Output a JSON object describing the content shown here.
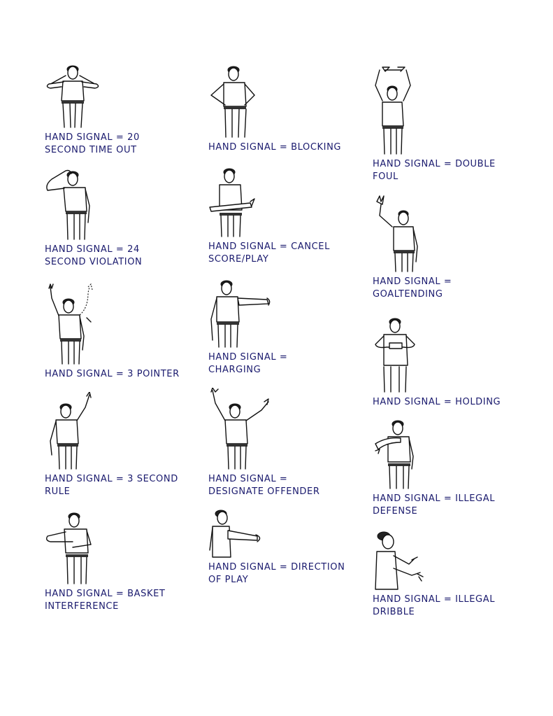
{
  "caption_color": "#1a1a6e",
  "columns": [
    {
      "signals": [
        {
          "line1": "HAND SIGNAL = 20",
          "line2": "SECOND TIME OUT",
          "figure": "time-out-figure-icon"
        },
        {
          "line1": "HAND SIGNAL = 24",
          "line2": "SECOND VIOLATION",
          "figure": "24-second-violation-figure-icon"
        },
        {
          "line1": "HAND SIGNAL = 3 POINTER",
          "line2": "",
          "figure": "3-pointer-figure-icon"
        },
        {
          "line1": "HAND SIGNAL = 3 SECOND",
          "line2": "RULE",
          "figure": "3-second-rule-figure-icon"
        },
        {
          "line1": "HAND SIGNAL = BASKET",
          "line2": "INTERFERENCE",
          "figure": "basket-interference-figure-icon"
        }
      ]
    },
    {
      "signals": [
        {
          "line1": "HAND SIGNAL = BLOCKING",
          "line2": "",
          "figure": "blocking-figure-icon"
        },
        {
          "line1": "HAND SIGNAL = CANCEL",
          "line2": "SCORE/PLAY",
          "figure": "cancel-score-figure-icon"
        },
        {
          "line1": "HAND SIGNAL =",
          "line2": "CHARGING",
          "figure": "charging-figure-icon"
        },
        {
          "line1": "HAND SIGNAL =",
          "line2": "DESIGNATE OFFENDER",
          "figure": "designate-offender-figure-icon"
        },
        {
          "line1": "HAND SIGNAL = DIRECTION",
          "line2": "OF PLAY",
          "figure": "direction-of-play-figure-icon"
        }
      ]
    },
    {
      "signals": [
        {
          "line1": "HAND SIGNAL = DOUBLE",
          "line2": "FOUL",
          "figure": "double-foul-figure-icon"
        },
        {
          "line1": "HAND SIGNAL =",
          "line2": "GOALTENDING",
          "figure": "goaltending-figure-icon"
        },
        {
          "line1": "HAND SIGNAL = HOLDING",
          "line2": "",
          "figure": "holding-figure-icon"
        },
        {
          "line1": "HAND SIGNAL = ILLEGAL",
          "line2": "DEFENSE",
          "figure": "illegal-defense-figure-icon"
        },
        {
          "line1": "HAND SIGNAL = ILLEGAL",
          "line2": "DRIBBLE",
          "figure": "illegal-dribble-figure-icon"
        }
      ]
    }
  ]
}
